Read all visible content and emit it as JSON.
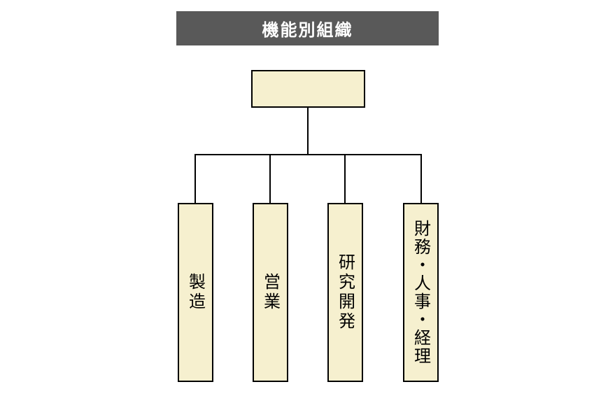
{
  "title": "機能別組織",
  "root": {
    "label": ""
  },
  "departments": [
    {
      "label": "製造"
    },
    {
      "label": "営業"
    },
    {
      "label": "研究開発"
    },
    {
      "label": "財務・人事・経理"
    }
  ],
  "colors": {
    "title_bg": "#595959",
    "title_text": "#ffffff",
    "box_fill": "#f6f0cf",
    "box_border": "#000000",
    "connector": "#000000"
  }
}
